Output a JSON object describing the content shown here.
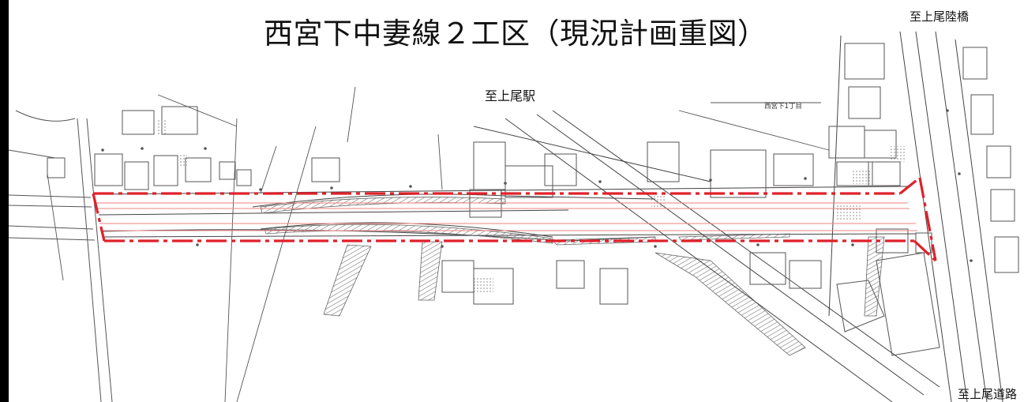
{
  "title": "西宮下中妻線２工区（現況計画重図）",
  "labels": {
    "to_station": "至上尾駅",
    "to_bridge": "至上尾陸橋",
    "to_road": "至上尾道路",
    "district": "西宮下1丁目"
  },
  "colors": {
    "plan_boundary": "#e0202a",
    "plan_centerline": "#f08080",
    "base_linework": "#555555",
    "background": "#ffffff",
    "left_border": "#000000"
  },
  "icons": {
    "corridor": "dash-dot-red-boundary",
    "buildings": "outlined-polygons",
    "embankment": "hatched-slope"
  }
}
